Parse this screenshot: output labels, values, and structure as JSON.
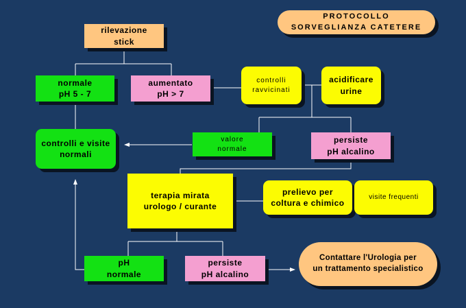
{
  "title": "PROTOCOLLO\nSORVEGLIANZA CATETERE",
  "nodes": {
    "rilevazione": "rilevazione\nstick",
    "normale": "normale\npH  5 - 7",
    "aumentato": "aumentato\npH  > 7",
    "controlli_ravvicinati": "controlli\nravvicinati",
    "acidificare": "acidificare\nurine",
    "controlli_visite": "controlli e visite\nnormali",
    "valore_normale": "valore\nnormale",
    "persiste_1": "persiste\npH alcalino",
    "terapia": "terapia mirata\nurologo / curante",
    "prelievo": "prelievo per\ncoltura e chimico",
    "visite_frequenti": "visite frequenti",
    "ph_normale": "pH\nnormale",
    "persiste_2": "persiste\npH alcalino",
    "contattare": "Contattare l'Urologia per\nun trattamento specialistico"
  },
  "colors": {
    "background": "#1b3a63",
    "orange": "#ffc680",
    "green": "#13e113",
    "pink": "#f49fd0",
    "yellow": "#fcfc02",
    "connector": "#ffffff"
  }
}
